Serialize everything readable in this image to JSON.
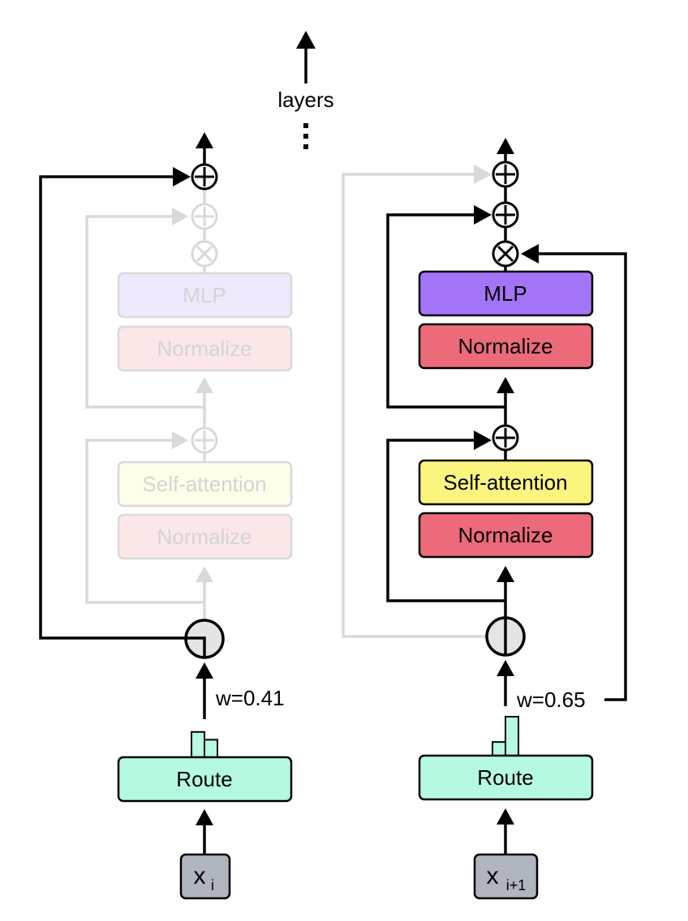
{
  "diagram": {
    "axis_label": "layers",
    "colors": {
      "mlp": "#a474f7",
      "normalize": "#ec6a7a",
      "self_attention": "#fbf47e",
      "route": "#b5f9e0",
      "input": "#afb4bf",
      "switch": "#e4e4e4",
      "active_stroke": "#000000",
      "faded_stroke": "#d9d9d9",
      "faded_mlp": "#efe8fc",
      "faded_normalize": "#fbe6e8",
      "faded_self_attention": "#fefde9",
      "faded_text": "#d4d4d4"
    },
    "left": {
      "state": "skipped",
      "blocks": {
        "mlp": "MLP",
        "normalize_top": "Normalize",
        "self_attention": "Self-attention",
        "normalize_bottom": "Normalize",
        "route": "Route"
      },
      "weight_label": "w=0.41",
      "weight": 0.41,
      "router_bars": [
        0.65,
        0.45
      ],
      "input_label": "x",
      "input_subscript": "i"
    },
    "right": {
      "state": "processed",
      "blocks": {
        "mlp": "MLP",
        "normalize_top": "Normalize",
        "self_attention": "Self-attention",
        "normalize_bottom": "Normalize",
        "route": "Route"
      },
      "weight_label": "w=0.65",
      "weight": 0.65,
      "router_bars": [
        0.35,
        1.0
      ],
      "input_label": "x",
      "input_subscript": "i+1"
    }
  }
}
